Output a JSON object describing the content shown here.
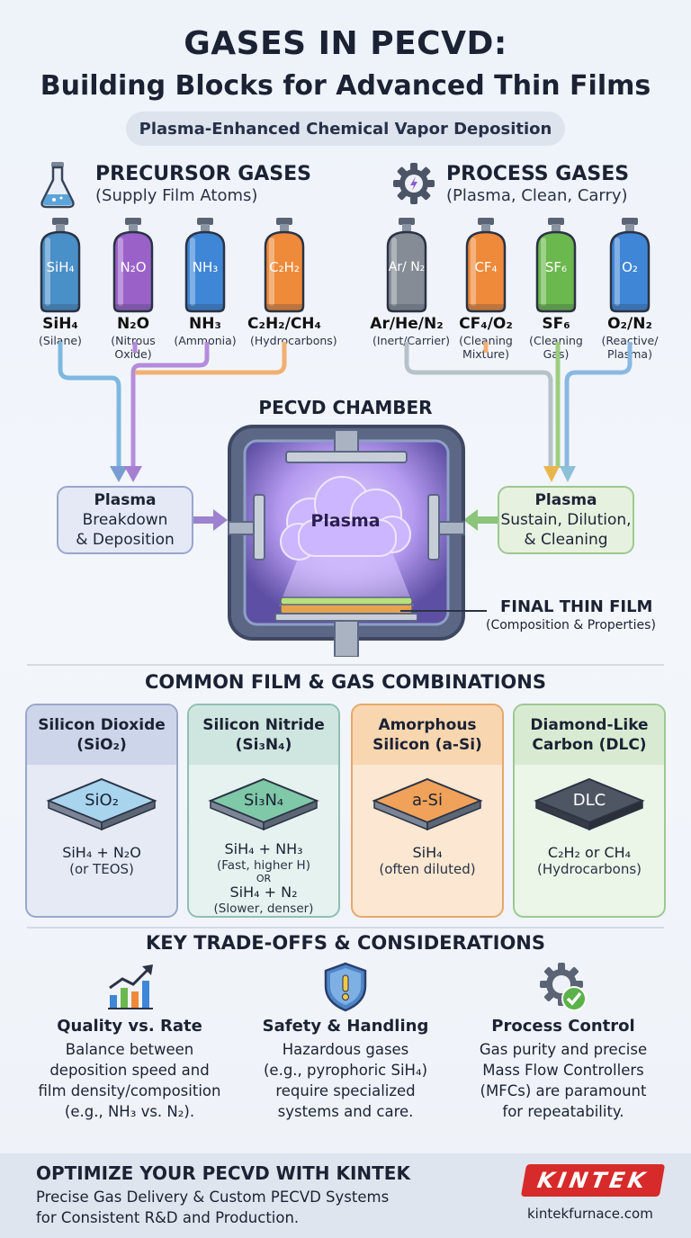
{
  "header": {
    "title_line1": "GASES IN PECVD:",
    "title_line2": "Building Blocks for Advanced Thin Films",
    "subtitle": "Plasma-Enhanced Chemical Vapor Deposition"
  },
  "precursor": {
    "title": "PRECURSOR GASES",
    "subtitle": "(Supply Film Atoms)",
    "icon": "flask-icon",
    "cylinders": [
      {
        "tag": "SiH₄",
        "label": "SiH₄",
        "note": "(Silane)",
        "color": "#4a90c8"
      },
      {
        "tag": "N₂O",
        "label": "N₂O",
        "note": "(Nitrous Oxide)",
        "color": "#9a62c9"
      },
      {
        "tag": "NH₃",
        "label": "NH₃",
        "note": "(Ammonia)",
        "color": "#3f86d6"
      },
      {
        "tag": "C₂H₂",
        "label": "C₂H₂/CH₄",
        "note": "(Hydrocarbons)",
        "color": "#ef8a3a"
      }
    ]
  },
  "process": {
    "title": "PROCESS GASES",
    "subtitle": "(Plasma, Clean, Carry)",
    "icon": "gear-icon",
    "cylinders": [
      {
        "tag": "Ar/ N₂",
        "label": "Ar/He/N₂",
        "note": "(Inert/Carrier)",
        "color": "#858c96"
      },
      {
        "tag": "CF₄",
        "label": "CF₄/O₂",
        "note": "(Cleaning Mixture)",
        "color": "#ef8a3a"
      },
      {
        "tag": "SF₆",
        "label": "SF₆",
        "note": "(Cleaning Gas)",
        "color": "#6bb84e"
      },
      {
        "tag": "O₂",
        "label": "O₂/N₂",
        "note": "(Reactive/ Plasma)",
        "color": "#3f86d6"
      }
    ]
  },
  "chamber": {
    "title": "PECVD CHAMBER",
    "plasma_label": "Plasma",
    "left_box": {
      "line1": "Plasma",
      "line2": "Breakdown",
      "line3": "& Deposition"
    },
    "right_box": {
      "line1": "Plasma",
      "line2": "Sustain, Dilution,",
      "line3": "& Cleaning"
    },
    "film_label": "FINAL THIN FILM",
    "film_note": "(Composition & Properties)"
  },
  "films": {
    "title": "COMMON FILM & GAS COMBINATIONS",
    "cards": [
      {
        "name1": "Silicon Dioxide",
        "name2": "(SiO₂)",
        "chip": "SiO₂",
        "recipe1": "SiH₄ + N₂O",
        "recipe2": "(or TEOS)",
        "recipe3": "",
        "recipe4": "",
        "recipe5": "",
        "head": "#cdd5ea",
        "body": "#e6eaf5",
        "border": "#9aa7c9",
        "chip_color": "#a8d4ee"
      },
      {
        "name1": "Silicon Nitride",
        "name2": "(Si₃N₄)",
        "chip": "Si₃N₄",
        "recipe1": "SiH₄ + NH₃",
        "recipe2": "(Fast, higher H)",
        "recipe3": "OR",
        "recipe4": "SiH₄ + N₂",
        "recipe5": "(Slower, denser)",
        "head": "#cfe6e0",
        "body": "#e6f2ef",
        "border": "#8fbfb3",
        "chip_color": "#7fc8a8"
      },
      {
        "name1": "Amorphous",
        "name2": "Silicon (a-Si)",
        "chip": "a-Si",
        "recipe1": "SiH₄",
        "recipe2": "(often diluted)",
        "recipe3": "",
        "recipe4": "",
        "recipe5": "",
        "head": "#f8d6b0",
        "body": "#fbe7d2",
        "border": "#e6a86a",
        "chip_color": "#f0a25a"
      },
      {
        "name1": "Diamond-Like",
        "name2": "Carbon (DLC)",
        "chip": "DLC",
        "recipe1": "C₂H₂ or CH₄",
        "recipe2": "(Hydrocarbons)",
        "recipe3": "",
        "recipe4": "",
        "recipe5": "",
        "head": "#d8ebd2",
        "body": "#ebf5e8",
        "border": "#9cc990",
        "chip_color": "#4f5663"
      }
    ]
  },
  "tradeoffs": {
    "title": "KEY TRADE-OFFS & CONSIDERATIONS",
    "items": [
      {
        "icon": "bar-chart-icon",
        "title": "Quality vs. Rate",
        "l1": "Balance between",
        "l2": "deposition speed and",
        "l3": "film density/composition",
        "l4": "(e.g., NH₃ vs. N₂)."
      },
      {
        "icon": "shield-icon",
        "title": "Safety & Handling",
        "l1": "Hazardous gases",
        "l2": "(e.g., pyrophoric SiH₄)",
        "l3": "require specialized",
        "l4": "systems and care."
      },
      {
        "icon": "gear-check-icon",
        "title": "Process Control",
        "l1": "Gas purity and precise",
        "l2": "Mass Flow Controllers",
        "l3": "(MFCs) are paramount",
        "l4": "for repeatability."
      }
    ]
  },
  "footer": {
    "heading": "OPTIMIZE YOUR PECVD WITH KINTEK",
    "line1": "Precise Gas Delivery & Custom PECVD Systems",
    "line2": "for Consistent R&D and Production.",
    "logo": "KINTEK",
    "url": "kintekfurnace.com"
  }
}
